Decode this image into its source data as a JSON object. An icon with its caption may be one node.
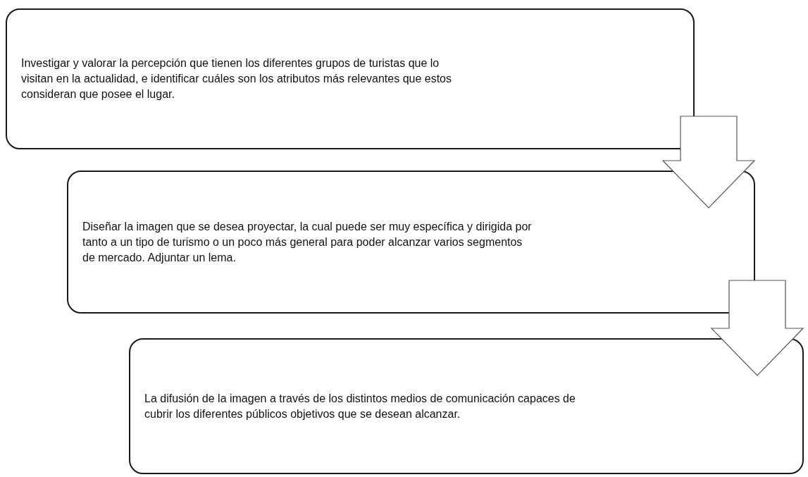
{
  "diagram": {
    "nodes": [
      {
        "text": [
          "Investigar y valorar la percepción que tienen los diferentes grupos de turistas que lo visitan en la actualidad, e identificar cuáles son los atributos más relevantes que estos consideran que posee el lugar."
        ]
      },
      {
        "text": [
          "Diseñar la imagen que se desea proyectar, la cual puede ser muy específica y dirigida por tanto a un tipo de turismo o un poco más general para poder alcanzar varios segmentos de mercado. Adjuntar un lema."
        ]
      },
      {
        "text": [
          "La difusión de la imagen a través de los distintos medios de comunicación capaces de cubrir los diferentes públicos objetivos que se desean alcanzar."
        ]
      }
    ],
    "edges": [
      {
        "from": 0,
        "to": 1,
        "arrow": "to"
      },
      {
        "from": 1,
        "to": 2,
        "arrow": "to"
      }
    ]
  }
}
